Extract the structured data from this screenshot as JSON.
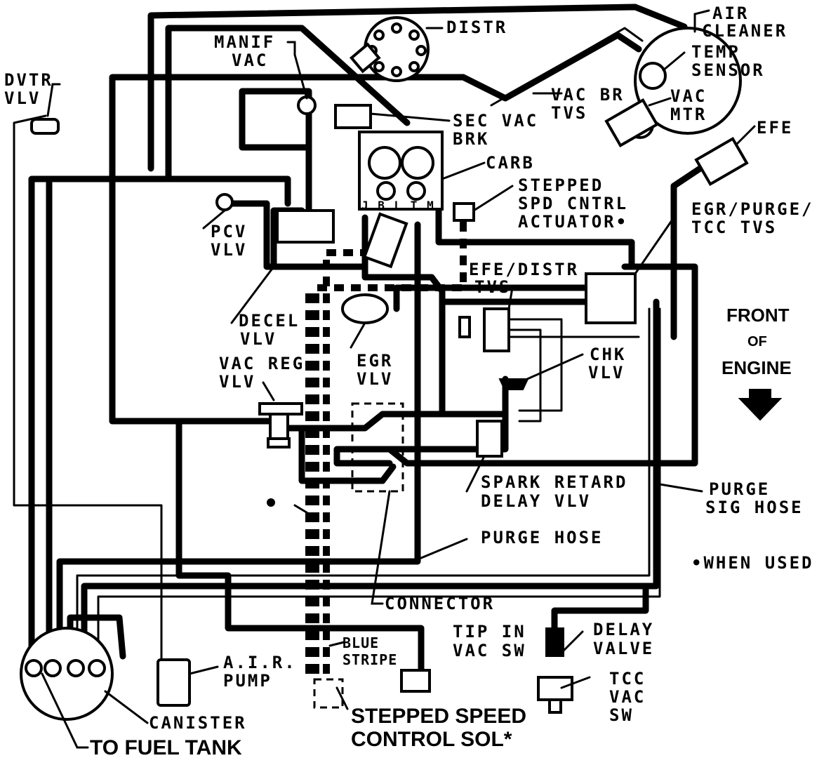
{
  "labels": {
    "air_cleaner_1": "AIR",
    "air_cleaner_2": "CLEANER",
    "distr": "DISTR",
    "manif_1": "MANIF",
    "manif_2": "VAC",
    "dvtr_1": "DVTR",
    "dvtr_2": "VLV",
    "temp_1": "TEMP",
    "temp_2": "SENSOR",
    "vacbr_1": "VAC BR",
    "vacbr_2": "TVS",
    "vacmtr_1": "VAC",
    "vacmtr_2": "MTR",
    "secvac_1": "SEC VAC",
    "secvac_2": "BRK",
    "efe": "EFE",
    "carb": "CARB",
    "stepped_1": "STEPPED",
    "stepped_2": "SPD CNTRL",
    "stepped_3": "ACTUATOR•",
    "egrpurge_1": "EGR/PURGE/",
    "egrpurge_2": "TCC TVS",
    "pcv_1": "PCV",
    "pcv_2": "VLV",
    "efedistr_1": "EFE/DISTR",
    "efedistr_2": "TVS",
    "front_1": "FRONT",
    "front_2": "OF",
    "front_3": "ENGINE",
    "decel_1": "DECEL",
    "decel_2": "VLV",
    "chk_1": "CHK",
    "chk_2": "VLV",
    "egr_1": "EGR",
    "egr_2": "VLV",
    "vacreg_1": "VAC REG",
    "vacreg_2": "VLV",
    "spark_1": "SPARK RETARD",
    "spark_2": "DELAY VLV",
    "purgesig_1": "PURGE",
    "purgesig_2": "SIG HOSE",
    "purgehose": "PURGE HOSE",
    "whenused": "•WHEN USED",
    "connector": "CONNECTOR",
    "tipin_1": "TIP IN",
    "tipin_2": "VAC SW",
    "blue_1": "BLUE",
    "blue_2": "STRIPE",
    "delay_1": "DELAY",
    "delay_2": "VALVE",
    "aia_1": "A.I.R.",
    "aia_2": "PUMP",
    "tcc_1": "TCC",
    "tcc_2": "VAC",
    "tcc_3": "SW",
    "canister": "CANISTER",
    "fueltank": "TO FUEL TANK",
    "ssc_1": "STEPPED SPEED",
    "ssc_2": "CONTROL SOL*",
    "carb_ports": "J B L T M"
  }
}
